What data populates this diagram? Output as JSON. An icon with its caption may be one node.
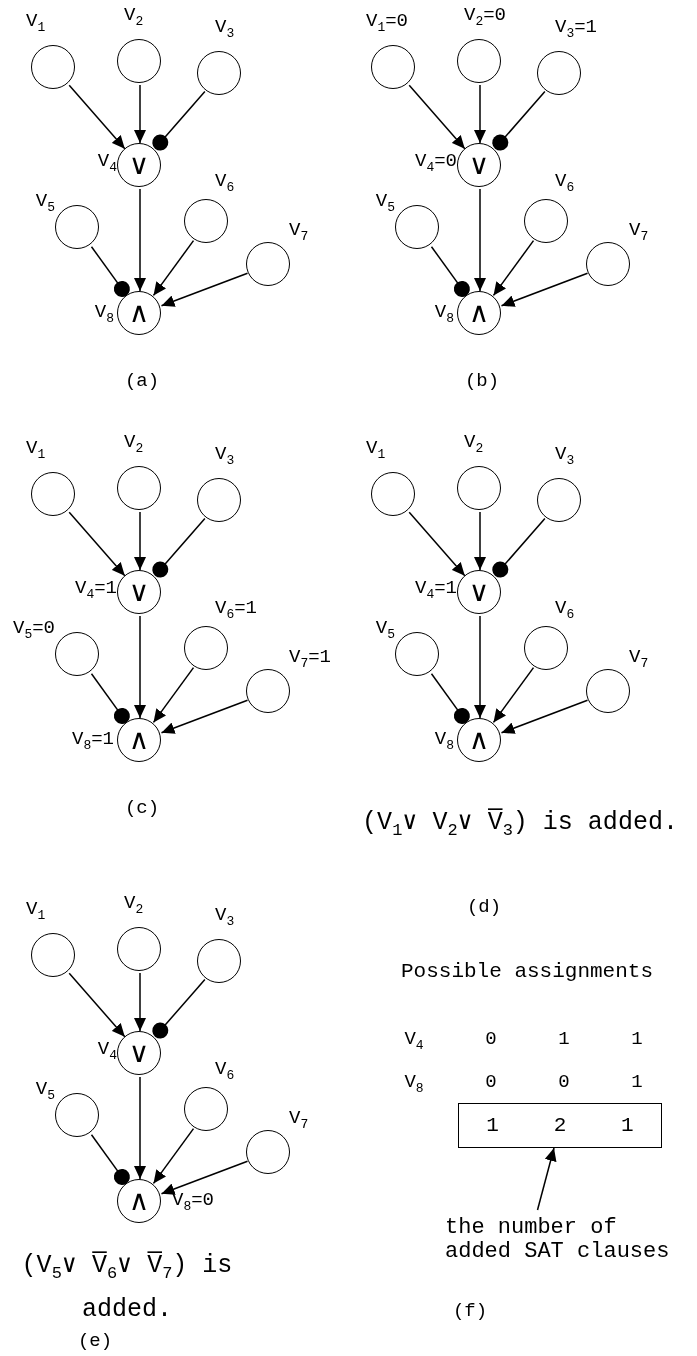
{
  "diagram": {
    "nodes": [
      {
        "text": [],
        "shape": "circle",
        "beside": [
          "V$_{1}$"
        ]
      },
      {
        "text": [],
        "shape": "circle",
        "beside": [
          "V$_{2}$"
        ]
      },
      {
        "text": [],
        "shape": "circle",
        "beside": [
          "V$_{3}$"
        ]
      },
      {
        "text": [
          "∨"
        ],
        "beside": [
          "V$_{4}$"
        ]
      },
      {
        "text": [],
        "shape": "circle",
        "beside": [
          "V$_{5}$"
        ]
      },
      {
        "text": [],
        "shape": "circle",
        "beside": [
          "V$_{6}$"
        ]
      },
      {
        "text": [],
        "shape": "circle",
        "beside": [
          "V$_{7}$"
        ]
      },
      {
        "text": [
          "∧"
        ],
        "beside": [
          "V$_{8}$"
        ]
      },
      {
        "text": [],
        "shape": "circle",
        "beside": [
          "V$_{1}$=0"
        ]
      },
      {
        "text": [],
        "shape": "circle",
        "beside": [
          "V$_{2}$=0"
        ]
      },
      {
        "text": [],
        "shape": "circle",
        "beside": [
          "V$_{3}$=1"
        ]
      },
      {
        "text": [
          "∨"
        ],
        "beside": [
          "V$_{4}$=0"
        ]
      },
      {
        "text": [],
        "shape": "circle",
        "beside": [
          "V$_{5}$"
        ]
      },
      {
        "text": [],
        "shape": "circle",
        "beside": [
          "V$_{6}$"
        ]
      },
      {
        "text": [],
        "shape": "circle",
        "beside": [
          "V$_{7}$"
        ]
      },
      {
        "text": [
          "∧"
        ],
        "beside": [
          "V$_{8}$"
        ]
      },
      {
        "text": [],
        "shape": "circle",
        "beside": [
          "V$_{1}$"
        ]
      },
      {
        "text": [],
        "shape": "circle",
        "beside": [
          "V$_{2}$"
        ]
      },
      {
        "text": [],
        "shape": "circle",
        "beside": [
          "V$_{3}$"
        ]
      },
      {
        "text": [
          "∨"
        ],
        "beside": [
          "V$_{4}$=1"
        ]
      },
      {
        "text": [],
        "shape": "circle",
        "beside": [
          "V$_{5}$=0"
        ]
      },
      {
        "text": [],
        "shape": "circle",
        "beside": [
          "V$_{6}$=1"
        ]
      },
      {
        "text": [],
        "shape": "circle",
        "beside": [
          "V$_{7}$=1"
        ]
      },
      {
        "text": [
          "∧"
        ],
        "beside": [
          "V$_{8}$=1"
        ]
      },
      {
        "text": [],
        "shape": "circle",
        "beside": [
          "V$_{1}$"
        ]
      },
      {
        "text": [],
        "shape": "circle",
        "beside": [
          "V$_{2}$"
        ]
      },
      {
        "text": [],
        "shape": "circle",
        "beside": [
          "V$_{3}$"
        ]
      },
      {
        "text": [
          "∨"
        ],
        "beside": [
          "V$_{4}$=1"
        ]
      },
      {
        "text": [],
        "shape": "circle",
        "beside": [
          "V$_{5}$"
        ]
      },
      {
        "text": [],
        "shape": "circle",
        "beside": [
          "V$_{6}$"
        ]
      },
      {
        "text": [],
        "shape": "circle",
        "beside": [
          "V$_{7}$"
        ]
      },
      {
        "text": [
          "∧"
        ],
        "beside": [
          "V$_{8}$"
        ]
      },
      {
        "text": [],
        "shape": "circle",
        "beside": [
          "V$_{1}$"
        ]
      },
      {
        "text": [],
        "shape": "circle",
        "beside": [
          "V$_{2}$"
        ]
      },
      {
        "text": [],
        "shape": "circle",
        "beside": [
          "V$_{3}$"
        ]
      },
      {
        "text": [
          "∨"
        ],
        "beside": [
          "V$_{4}$"
        ]
      },
      {
        "text": [],
        "shape": "circle",
        "beside": [
          "V$_{5}$"
        ]
      },
      {
        "text": [],
        "shape": "circle",
        "beside": [
          "V$_{6}$"
        ]
      },
      {
        "text": [],
        "shape": "circle",
        "beside": [
          "V$_{7}$"
        ]
      },
      {
        "text": [
          "∧"
        ],
        "beside": [
          "V$_{8}$=0"
        ]
      },
      {
        "text": [
          "1",
          "2",
          "1"
        ]
      },
      {
        "text": [
          "the number of added SAT clauses"
        ]
      }
    ],
    "edges": [
      {
        "from": 0,
        "to": 3,
        "arrow": "to"
      },
      {
        "from": 1,
        "to": 3,
        "arrow": "to"
      },
      {
        "from": 2,
        "to": 3,
        "arrow": "other"
      },
      {
        "from": 3,
        "to": 7,
        "arrow": "to"
      },
      {
        "from": 4,
        "to": 7,
        "arrow": "other"
      },
      {
        "from": 5,
        "to": 7,
        "arrow": "to"
      },
      {
        "from": 6,
        "to": 7,
        "arrow": "to"
      },
      {
        "from": 8,
        "to": 11,
        "arrow": "to"
      },
      {
        "from": 9,
        "to": 11,
        "arrow": "to"
      },
      {
        "from": 10,
        "to": 11,
        "arrow": "other"
      },
      {
        "from": 11,
        "to": 15,
        "arrow": "to"
      },
      {
        "from": 12,
        "to": 15,
        "arrow": "other"
      },
      {
        "from": 13,
        "to": 15,
        "arrow": "to"
      },
      {
        "from": 14,
        "to": 15,
        "arrow": "to"
      },
      {
        "from": 16,
        "to": 19,
        "arrow": "to"
      },
      {
        "from": 17,
        "to": 19,
        "arrow": "to"
      },
      {
        "from": 18,
        "to": 19,
        "arrow": "other"
      },
      {
        "from": 19,
        "to": 23,
        "arrow": "to"
      },
      {
        "from": 20,
        "to": 23,
        "arrow": "other"
      },
      {
        "from": 21,
        "to": 23,
        "arrow": "to"
      },
      {
        "from": 22,
        "to": 23,
        "arrow": "to"
      },
      {
        "from": 24,
        "to": 27,
        "arrow": "to"
      },
      {
        "from": 25,
        "to": 27,
        "arrow": "to"
      },
      {
        "from": 26,
        "to": 27,
        "arrow": "other"
      },
      {
        "from": 27,
        "to": 31,
        "arrow": "to"
      },
      {
        "from": 28,
        "to": 31,
        "arrow": "other"
      },
      {
        "from": 29,
        "to": 31,
        "arrow": "to"
      },
      {
        "from": 30,
        "to": 31,
        "arrow": "to"
      },
      {
        "from": 32,
        "to": 35,
        "arrow": "to"
      },
      {
        "from": 33,
        "to": 35,
        "arrow": "to"
      },
      {
        "from": 34,
        "to": 35,
        "arrow": "other"
      },
      {
        "from": 35,
        "to": 39,
        "arrow": "to"
      },
      {
        "from": 36,
        "to": 39,
        "arrow": "other"
      },
      {
        "from": 37,
        "to": 39,
        "arrow": "to"
      },
      {
        "from": 38,
        "to": 39,
        "arrow": "to"
      },
      {
        "from": 41,
        "to": 40,
        "arrow": "to"
      }
    ],
    "labels": [
      "(a)",
      "(b)",
      "(c)",
      "(V$_{1}$∨ V$_{2}$∨ V̅$_{3}$) is added.",
      "(d)",
      "Possible assignments",
      "V$_{4}$",
      "0",
      "1",
      "1",
      "V$_{8}$",
      "0",
      "0",
      "1",
      "(V$_{5}$∨ V̅$_{6}$∨ V̅$_{7}$) is added.",
      "(e)",
      "(f)"
    ]
  }
}
